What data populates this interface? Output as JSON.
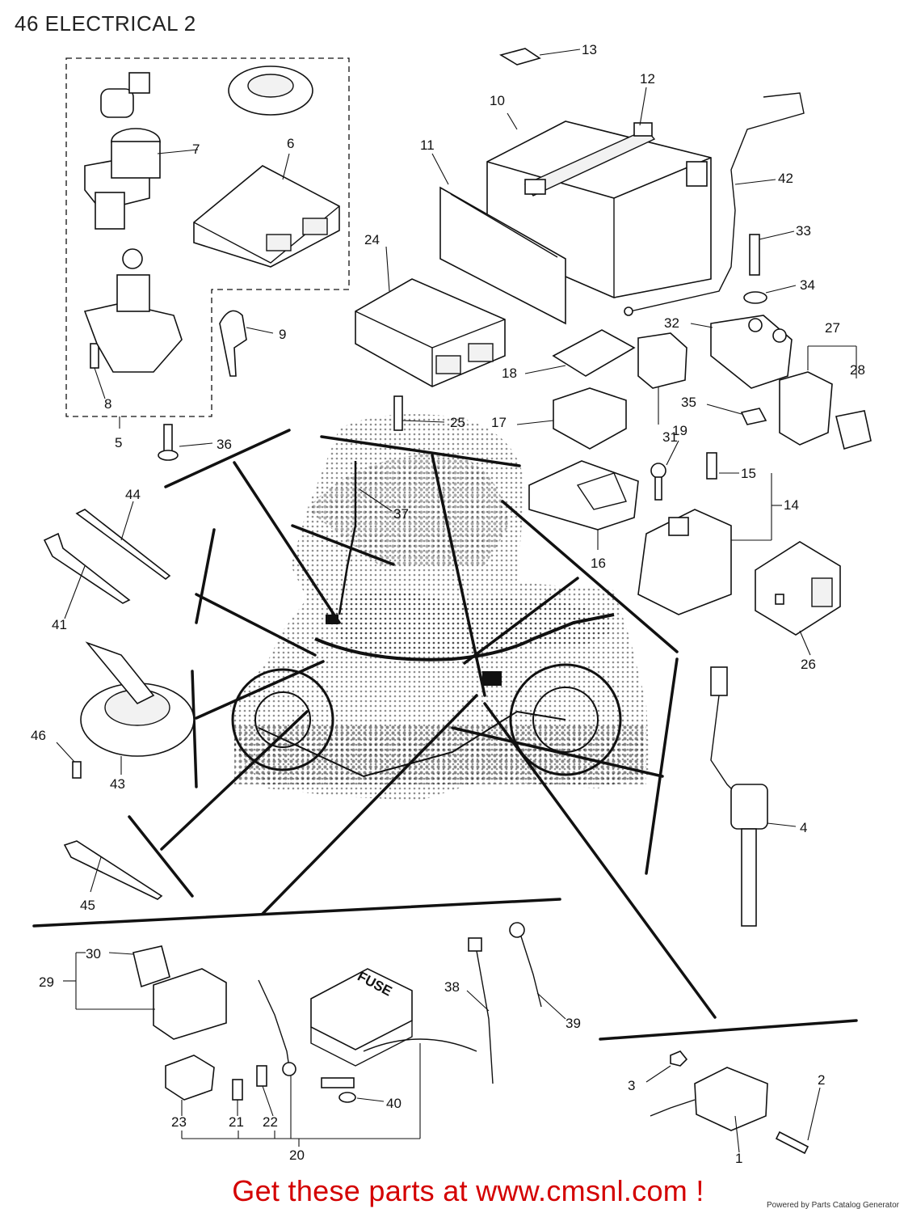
{
  "header": {
    "title": "46 ELECTRICAL 2"
  },
  "callouts": {
    "n1": "1",
    "n2": "2",
    "n3": "3",
    "n4": "4",
    "n5": "5",
    "n6": "6",
    "n7": "7",
    "n8": "8",
    "n9": "9",
    "n10": "10",
    "n11": "11",
    "n12": "12",
    "n13": "13",
    "n14": "14",
    "n15": "15",
    "n16": "16",
    "n17": "17",
    "n18": "18",
    "n19": "19",
    "n20": "20",
    "n21": "21",
    "n22": "22",
    "n23": "23",
    "n24": "24",
    "n25": "25",
    "n26": "26",
    "n27": "27",
    "n28": "28",
    "n29": "29",
    "n30": "30",
    "n31": "31",
    "n32": "32",
    "n33": "33",
    "n34": "34",
    "n35": "35",
    "n36": "36",
    "n37": "37",
    "n38": "38",
    "n39": "39",
    "n40": "40",
    "n41": "41",
    "n42": "42",
    "n43": "43",
    "n44": "44",
    "n45": "45",
    "n46": "46"
  },
  "fuse_box_label": "FUSE",
  "footer": {
    "cta": "Get these parts at www.cmsnl.com !",
    "powered_by": "Powered by Parts Catalog Generator"
  },
  "colors": {
    "cta": "#d40000",
    "line": "#111111",
    "background": "#ffffff"
  }
}
